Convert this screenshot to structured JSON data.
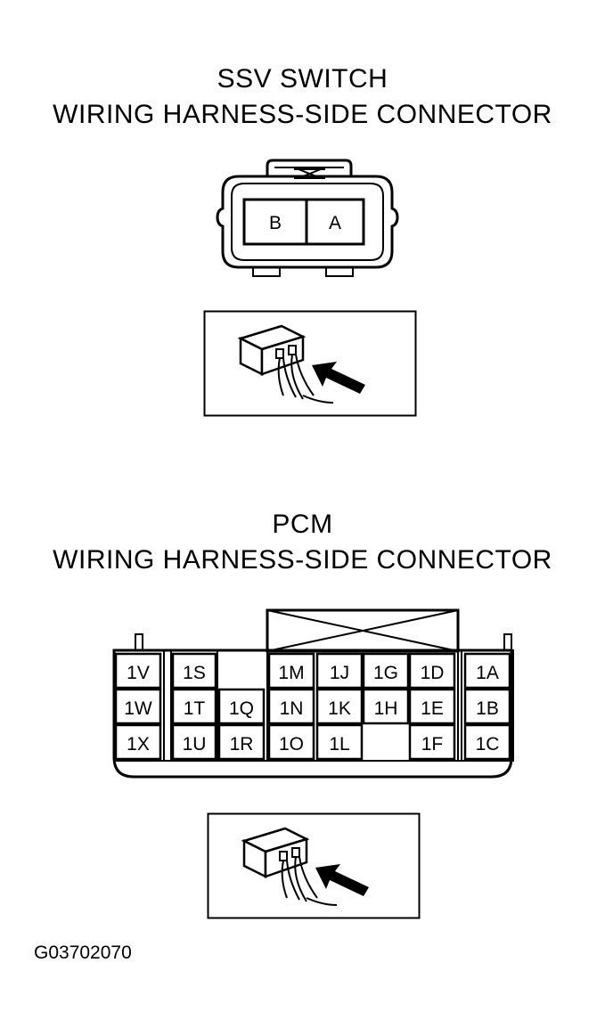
{
  "ssv_switch": {
    "title_line1": "SSV SWITCH",
    "title_line2": "WIRING HARNESS-SIDE CONNECTOR",
    "pins": [
      "B",
      "A"
    ]
  },
  "pcm": {
    "title_line1": "PCM",
    "title_line2": "WIRING HARNESS-SIDE CONNECTOR",
    "pins": {
      "1V": "1V",
      "1S": "1S",
      "1M": "1M",
      "1J": "1J",
      "1G": "1G",
      "1D": "1D",
      "1A": "1A",
      "1W": "1W",
      "1T": "1T",
      "1Q": "1Q",
      "1N": "1N",
      "1K": "1K",
      "1H": "1H",
      "1E": "1E",
      "1B": "1B",
      "1X": "1X",
      "1U": "1U",
      "1R": "1R",
      "1O": "1O",
      "1L": "1L",
      "1F": "1F",
      "1C": "1C"
    }
  },
  "figure_code": "G03702070",
  "icons": [
    "connector-probe-icon",
    "arrow-icon"
  ]
}
